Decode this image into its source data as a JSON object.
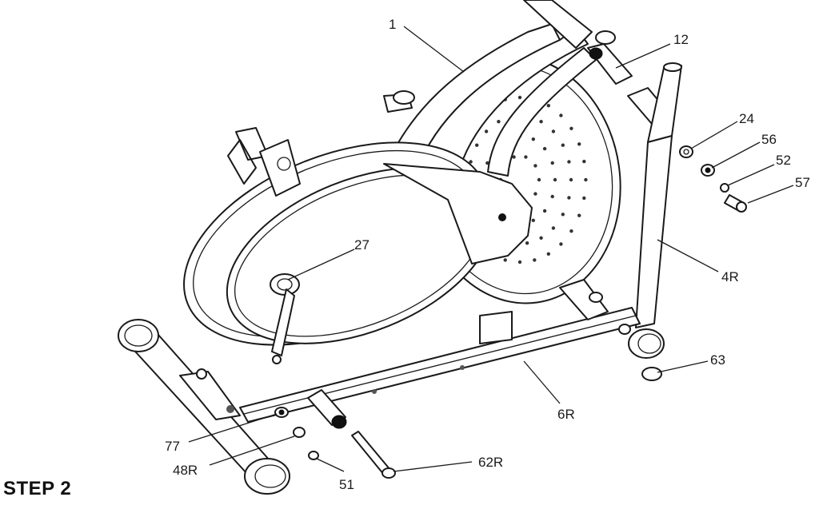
{
  "step_title": "STEP 2",
  "callouts": [
    {
      "id": "c1",
      "label": "1"
    },
    {
      "id": "c12",
      "label": "12"
    },
    {
      "id": "c24",
      "label": "24"
    },
    {
      "id": "c56",
      "label": "56"
    },
    {
      "id": "c52",
      "label": "52"
    },
    {
      "id": "c57",
      "label": "57"
    },
    {
      "id": "c4R",
      "label": "4R"
    },
    {
      "id": "c27",
      "label": "27"
    },
    {
      "id": "c63",
      "label": "63"
    },
    {
      "id": "c6R",
      "label": "6R"
    },
    {
      "id": "c62R",
      "label": "62R"
    },
    {
      "id": "c77",
      "label": "77"
    },
    {
      "id": "c48R",
      "label": "48R"
    },
    {
      "id": "c51",
      "label": "51"
    }
  ],
  "colors": {
    "line": "#1a1a1a",
    "background": "#ffffff"
  }
}
